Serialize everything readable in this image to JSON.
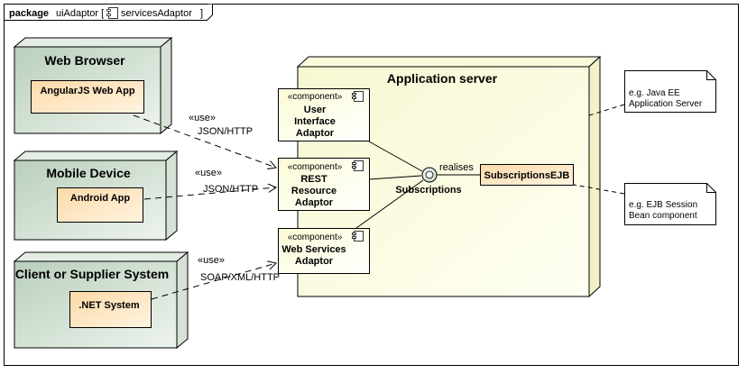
{
  "package": {
    "keyword": "package",
    "name": "uiAdaptor [",
    "diagram_name": "servicesAdaptor",
    "close": "]"
  },
  "nodes": {
    "web_browser": {
      "title": "Web Browser",
      "artifact": "AngularJS Web App"
    },
    "mobile_device": {
      "title": "Mobile Device",
      "artifact": "Android App"
    },
    "client_system": {
      "title": "Client or Supplier System",
      "artifact": ".NET System"
    },
    "app_server": {
      "title": "Application server"
    }
  },
  "components": {
    "ui_adaptor": {
      "stereotype": "«component»",
      "name_lines": [
        "User",
        "Interface",
        "Adaptor"
      ]
    },
    "rest_adaptor": {
      "stereotype": "«component»",
      "name_lines": [
        "REST",
        "Resource",
        "Adaptor"
      ]
    },
    "ws_adaptor": {
      "stereotype": "«component»",
      "name_lines": [
        "Web Services",
        "Adaptor"
      ]
    }
  },
  "ejb": {
    "name": "SubscriptionsEJB"
  },
  "interface": {
    "name": "Subscriptions",
    "realises_label": "realises"
  },
  "links": {
    "web": {
      "stereotype": "«use»",
      "protocol": "JSON/HTTP"
    },
    "mobile": {
      "stereotype": "«use»",
      "protocol": "JSON/HTTP"
    },
    "client": {
      "stereotype": "«use»",
      "protocol": "SOAP/XML/HTTP"
    }
  },
  "notes": {
    "java_ee": {
      "lines": [
        "e.g. Java EE",
        "Application Server"
      ]
    },
    "ejb_session": {
      "lines": [
        "e.g. EJB Session",
        "Bean component"
      ]
    }
  },
  "colors": {
    "node_fill": "#c9dccb",
    "node_side": "#dfeadf",
    "server_fill": "#fdfde4",
    "server_side": "#f4f4cd",
    "component_fill": "#fdfde4",
    "artifact_fill": "#fde5c4",
    "note_fill": "#ffffff"
  }
}
